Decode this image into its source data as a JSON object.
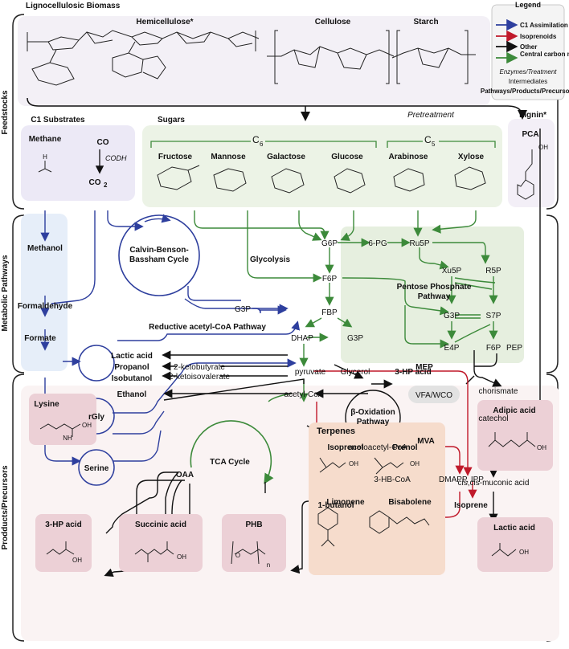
{
  "sections": {
    "feedstocks": "Feedstocks",
    "pathways": "Metabolic Pathways",
    "products": "Prodducts/Precursors"
  },
  "biomass": {
    "title": "Lignocellulosic Biomass",
    "hemicellulose": "Hemicellulose*",
    "cellulose": "Cellulose",
    "starch": "Starch",
    "lignin": "Lignin*",
    "pretreatment": "Pretreatment",
    "pca": "PCA"
  },
  "legend": {
    "title": "Legend",
    "c1": "C1 Assimilation",
    "isoprenoids": "Isoprenoids",
    "other": "Other",
    "central": "Central carbon metabolism",
    "enzymes": "Enzymes/Treatment",
    "intermediates": "Intermediates",
    "pathways": "Pathways/Products/Precursors",
    "colors": {
      "c1": "#2e3f9e",
      "isoprenoids": "#c0192a",
      "other": "#111111",
      "central": "#3c8a3a"
    }
  },
  "c1": {
    "title": "C1 Substrates",
    "methane": "Methane",
    "co": "CO",
    "codh": "CODH",
    "co2": "CO",
    "co2_sub": "2"
  },
  "sugars": {
    "title": "Sugars",
    "c6": "C",
    "c6_sub": "6",
    "c5": "C",
    "c5_sub": "5",
    "items": [
      "Fructose",
      "Mannose",
      "Galactose",
      "Glucose",
      "Arabinose",
      "Xylose"
    ]
  },
  "c1_path": {
    "methanol": "Methanol",
    "formaldehyde": "Formaldehyde",
    "formate": "Formate",
    "rgly": "rGly",
    "serine": "Serine",
    "calvin": [
      "Calvin-Benson-",
      "Bassham Cycle"
    ],
    "racoa": "Reductive acetyl-CoA Pathway"
  },
  "central": {
    "g6p": "G6P",
    "pg6": "6-PG",
    "ru5p": "Ru5P",
    "xu5p": "Xu5P",
    "r5p": "R5P",
    "f6p": "F6P",
    "fbp": "FBP",
    "g3p_left": "G3P",
    "g3p": "G3P",
    "g3p_ppp": "G3P",
    "s7p": "S7P",
    "e4p": "E4P",
    "f6p_ppp": "F6P",
    "dhap": "DHAP",
    "glycolysis": "Glycolysis",
    "ppp": [
      "Pentose Phosphate",
      "Pathway"
    ],
    "pyruvate": "pyruvate",
    "glycerol": "Glycerol",
    "acetylcoa": "acetyl-CoA",
    "tca": "TCA Cycle",
    "oaa": "OAA",
    "betaox": [
      "β-Oxidation",
      "Pathway"
    ],
    "vfa": "VFA/WCO",
    "acetoacetyl": "acetoacetyl-CoA",
    "hbcoa": "3-HB-CoA",
    "dmapp": "DMAPP, IPP",
    "mep": "MEP",
    "mva": "MVA",
    "pep": "PEP",
    "chorismate": "chorismate",
    "catechol": "catechol",
    "muconic": "cis,cis-muconic acid",
    "ketobutyrate": "2-ketobutyrate",
    "ketoisovalerate": "2-ketoisovalerate"
  },
  "pathway_products": {
    "lactic": "Lactic acid",
    "propanol": "Propanol",
    "isobutanol": "Isobutanol",
    "ethanol": "Ethanol",
    "hp3": "3-HP acid",
    "butanol": "1-butanol",
    "isoprene": "Isoprene"
  },
  "products": {
    "lysine": "Lysine",
    "hp3": "3-HP acid",
    "succinic": "Succinic acid",
    "phb": "PHB",
    "terpenes": "Terpenes",
    "isoprenol": "Isoprenol",
    "prenol": "Prenol",
    "limonene": "Limonene",
    "bisabolene": "Bisabolene",
    "adipic": "Adipic acid",
    "lactic": "Lactic acid"
  },
  "chem": {
    "oh": "OH",
    "h": "H",
    "o": "O",
    "c": "C",
    "nh2": "NH",
    "n": "n"
  }
}
